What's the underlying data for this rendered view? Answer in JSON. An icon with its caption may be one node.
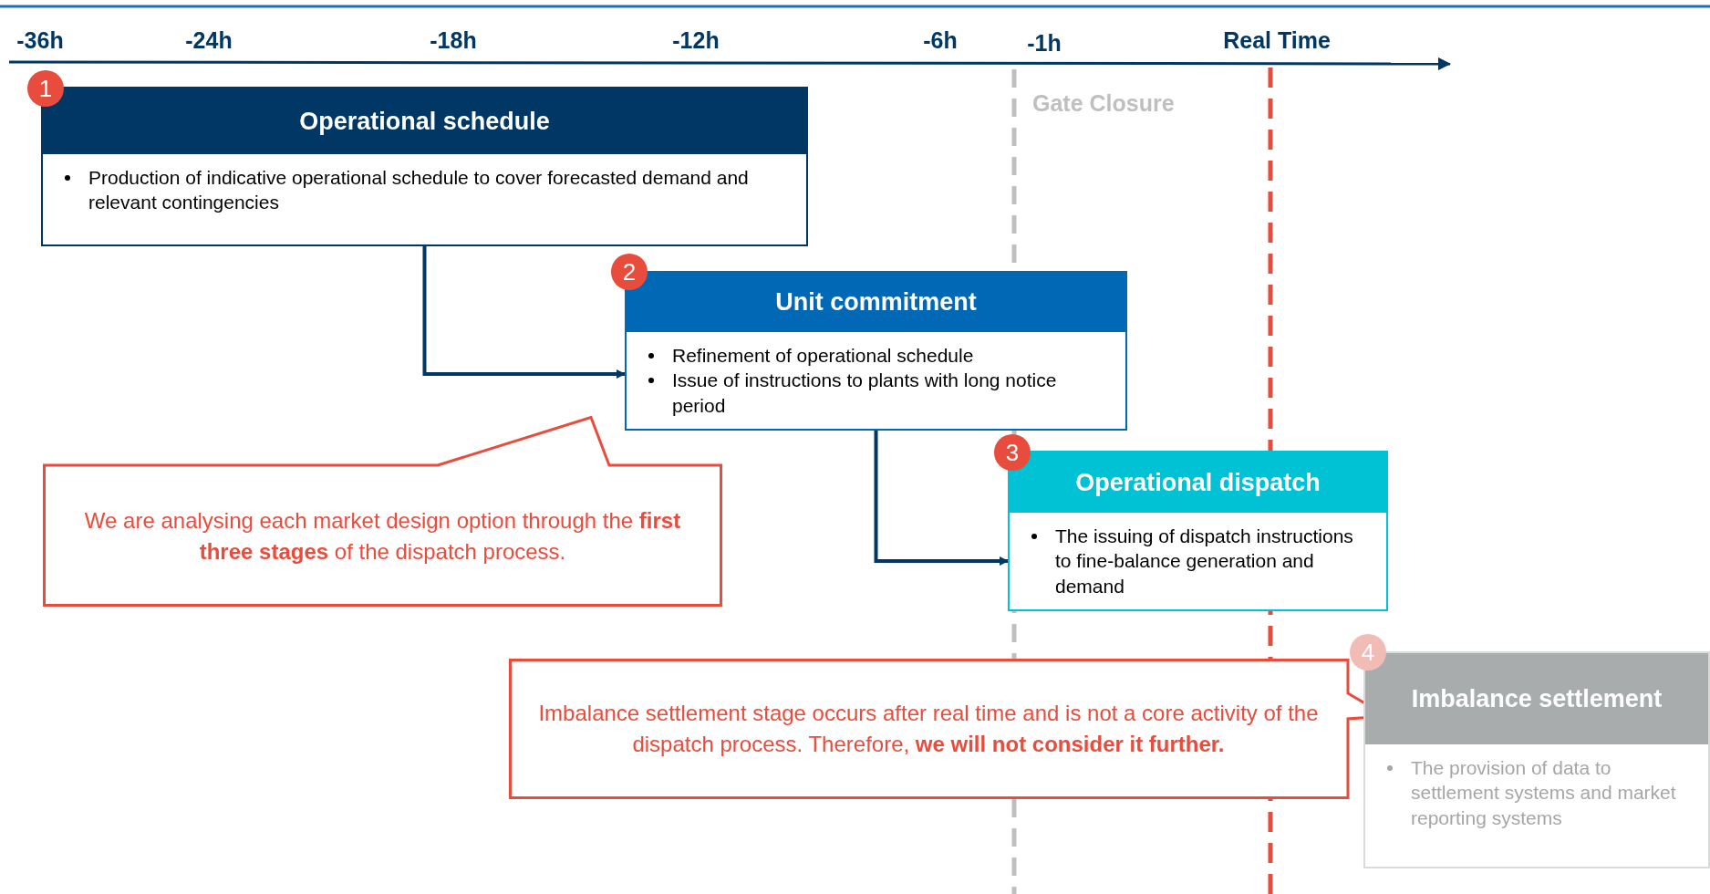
{
  "diagram": {
    "nodes": [
      {
        "text": [
          "1"
        ]
      },
      {
        "text": [
          "Operational schedule",
          "Production of indicative operational schedule to cover forecasted demand and relevant contingencies"
        ]
      },
      {
        "text": [
          "2"
        ]
      },
      {
        "text": [
          "Unit commitment",
          "Refinement of operational schedule",
          "Issue of instructions to plants with long notice period"
        ]
      },
      {
        "text": [
          "We are analysing each market design option through the **first three stages** of the dispatch process."
        ]
      },
      {
        "text": [
          "3"
        ]
      },
      {
        "text": [
          "Operational dispatch",
          "The issuing of dispatch instructions to fine-balance generation and demand"
        ]
      },
      {
        "text": [
          "Imbalance settlement stage occurs after real time and is not a core activity of the dispatch process. Therefore, **we will not consider it further.**"
        ]
      },
      {
        "text": [
          "4"
        ]
      },
      {
        "text": [
          "Imbalance settlement",
          "The provision of data to settlement systems and market reporting systems"
        ]
      }
    ],
    "edges": [
      {
        "from": 1,
        "to": 3,
        "arrow": "to"
      },
      {
        "from": 3,
        "to": 6,
        "arrow": "to"
      }
    ],
    "labels": [
      "-36h",
      "-24h",
      "-18h",
      "-12h",
      "-6h",
      "-1h",
      "Real Time",
      "Gate Closure"
    ]
  }
}
